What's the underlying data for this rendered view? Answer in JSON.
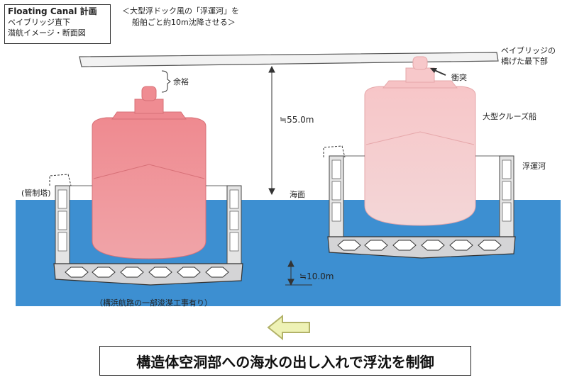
{
  "header": {
    "title_line1": "Floating Canal 計画",
    "title_line2": "ベイブリッジ直下",
    "title_line3": "潜航イメージ・断面図",
    "subtitle_line1": "＜大型浮ドック風の「浮運河」を",
    "subtitle_line2": "船舶ごと約10m沈降させる＞"
  },
  "labels": {
    "bridge_bottom_line1": "ベイブリッジの",
    "bridge_bottom_line2": "橋げた最下部",
    "clearance": "余裕",
    "collision": "衝突",
    "cruise_ship": "大型クルーズ船",
    "floating_canal": "浮運河",
    "control_tower": "(管制塔)",
    "sea_surface": "海面",
    "height": "≒55.0m",
    "depth": "≒10.0m",
    "dredging_note": "（構浜航路の一部浚渫工事有り）"
  },
  "banner": {
    "text": "構造体空洞部への海水の出し入れで浮沈を制御"
  },
  "colors": {
    "sea": "#3d8fd1",
    "ship_dark": "#ec7f86",
    "ship_light": "#f6c1c4",
    "structure": "#d4d4d6",
    "arrow_fill": "#eef2b5",
    "arrow_stroke": "#b2b268"
  }
}
